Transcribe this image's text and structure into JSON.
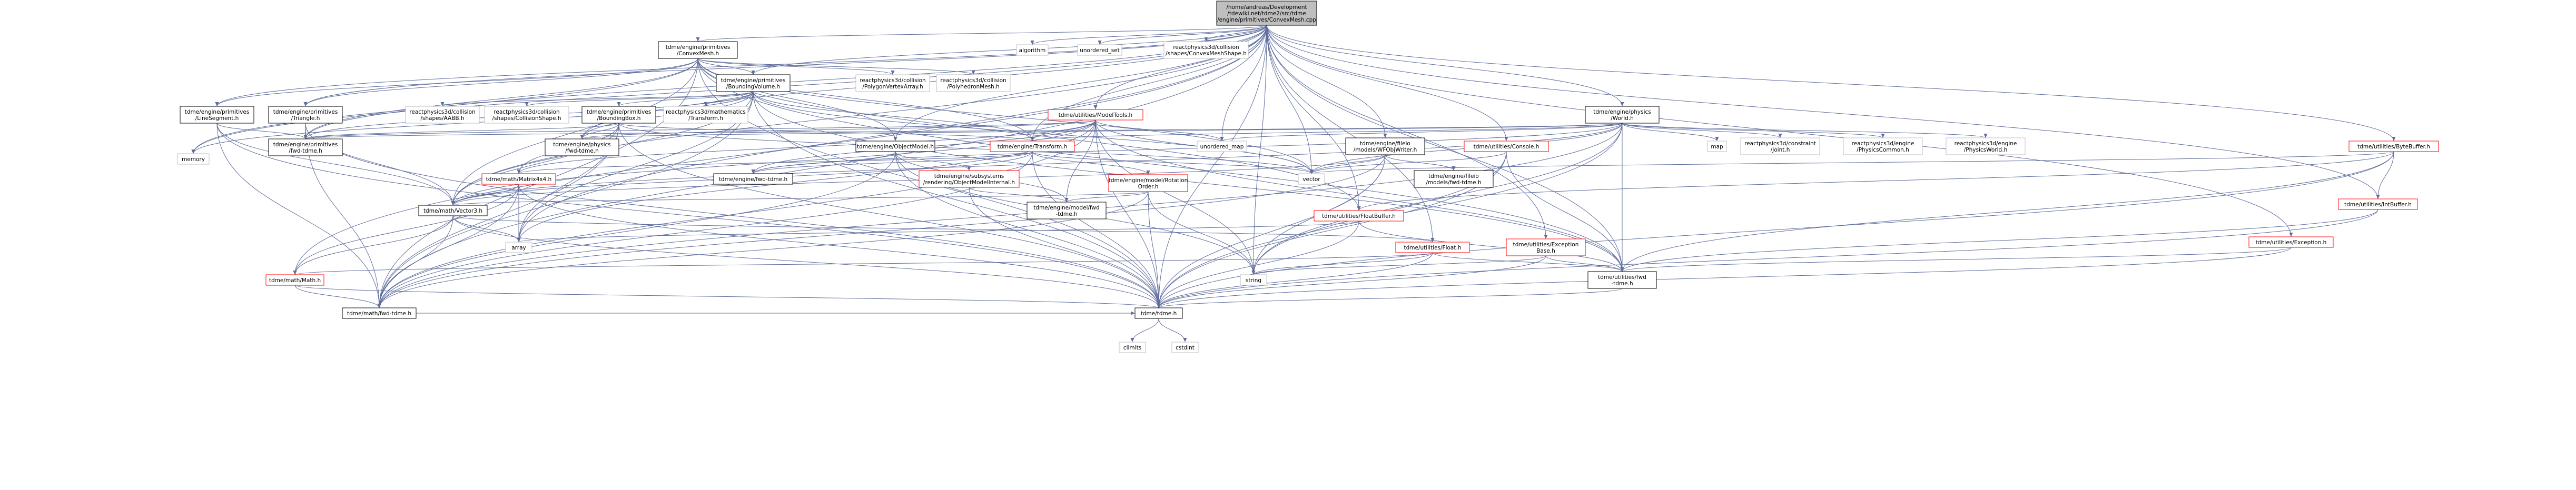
{
  "diagram": {
    "title": "",
    "colors": {
      "edge": "#5f6d9c",
      "root_fill": "#bfbfbf",
      "root_stroke": "#000000",
      "node_fill": "#ffffff",
      "node_stroke": "#000000",
      "linked_stroke": "#ff0000",
      "external_stroke": "#bfbfbf",
      "text": "#000000"
    },
    "nodes": [
      {
        "id": "root",
        "label": [
          "/home/andreas/Development",
          "/tdewiki.net/tdme2/src/tdme",
          "/engine/primitives/ConvexMesh.cpp"
        ],
        "kind": "root"
      },
      {
        "id": "convexmesh_h",
        "label": [
          "tdme/engine/primitives",
          "/ConvexMesh.h"
        ],
        "kind": "normal"
      },
      {
        "id": "algorithm",
        "label": [
          "algorithm"
        ],
        "kind": "external"
      },
      {
        "id": "unordered_set",
        "label": [
          "unordered_set"
        ],
        "kind": "external"
      },
      {
        "id": "rp3d_convexmeshshape",
        "label": [
          "reactphysics3d/collision",
          "/shapes/ConvexMeshShape.h"
        ],
        "kind": "external"
      },
      {
        "id": "rp3d_polygonvertexarray",
        "label": [
          "reactphysics3d/collision",
          "/PolygonVertexArray.h"
        ],
        "kind": "external"
      },
      {
        "id": "rp3d_polyhedronmesh",
        "label": [
          "reactphysics3d/collision",
          "/PolyhedronMesh.h"
        ],
        "kind": "external"
      },
      {
        "id": "boundingvolume_h",
        "label": [
          "tdme/engine/primitives",
          "/BoundingVolume.h"
        ],
        "kind": "normal"
      },
      {
        "id": "linesegment_h",
        "label": [
          "tdme/engine/primitives",
          "/LineSegment.h"
        ],
        "kind": "normal"
      },
      {
        "id": "triangle_h",
        "label": [
          "tdme/engine/primitives",
          "/Triangle.h"
        ],
        "kind": "normal"
      },
      {
        "id": "rp3d_aabb",
        "label": [
          "reactphysics3d/collision",
          "/shapes/AABB.h"
        ],
        "kind": "external"
      },
      {
        "id": "rp3d_collisionshape",
        "label": [
          "reactphysics3d/collision",
          "/shapes/CollisionShape.h"
        ],
        "kind": "external"
      },
      {
        "id": "boundingbox_h",
        "label": [
          "tdme/engine/primitives",
          "/BoundingBox.h"
        ],
        "kind": "normal"
      },
      {
        "id": "rp3d_transform",
        "label": [
          "reactphysics3d/mathematics",
          "/Transform.h"
        ],
        "kind": "external"
      },
      {
        "id": "modeltools_h",
        "label": [
          "tdme/utilities/ModelTools.h"
        ],
        "kind": "linked"
      },
      {
        "id": "objectmodel_h",
        "label": [
          "tdme/engine/ObjectModel.h"
        ],
        "kind": "normal"
      },
      {
        "id": "world_h",
        "label": [
          "tdme/engine/physics",
          "/World.h"
        ],
        "kind": "normal"
      },
      {
        "id": "wfobjwriter_h",
        "label": [
          "tdme/engine/fileio",
          "/models/WFObjWriter.h"
        ],
        "kind": "normal"
      },
      {
        "id": "console_h",
        "label": [
          "tdme/utilities/Console.h"
        ],
        "kind": "linked"
      },
      {
        "id": "bytebuffer_h",
        "label": [
          "tdme/utilities/ByteBuffer.h"
        ],
        "kind": "linked"
      },
      {
        "id": "primitives_fwd",
        "label": [
          "tdme/engine/primitives",
          "/fwd-tdme.h"
        ],
        "kind": "normal"
      },
      {
        "id": "physics_fwd",
        "label": [
          "tdme/engine/physics",
          "/fwd-tdme.h"
        ],
        "kind": "normal"
      },
      {
        "id": "memory",
        "label": [
          "memory"
        ],
        "kind": "external"
      },
      {
        "id": "transform_h",
        "label": [
          "tdme/engine/Transform.h"
        ],
        "kind": "linked"
      },
      {
        "id": "unordered_map",
        "label": [
          "unordered_map"
        ],
        "kind": "external"
      },
      {
        "id": "objectmodelinternal_h",
        "label": [
          "tdme/engine/subsystems",
          "/rendering/ObjectModelInternal.h"
        ],
        "kind": "linked"
      },
      {
        "id": "engine_fwd",
        "label": [
          "tdme/engine/fwd-tdme.h"
        ],
        "kind": "normal"
      },
      {
        "id": "matrix4x4_h",
        "label": [
          "tdme/math/Matrix4x4.h"
        ],
        "kind": "linked"
      },
      {
        "id": "rotationorder_h",
        "label": [
          "tdme/engine/model/Rotation",
          "Order.h"
        ],
        "kind": "linked"
      },
      {
        "id": "vector",
        "label": [
          "vector"
        ],
        "kind": "external"
      },
      {
        "id": "fileio_models_fwd",
        "label": [
          "tdme/engine/fileio",
          "/models/fwd-tdme.h"
        ],
        "kind": "normal"
      },
      {
        "id": "map",
        "label": [
          "map"
        ],
        "kind": "external"
      },
      {
        "id": "rp3d_joint",
        "label": [
          "reactphysics3d/constraint",
          "/Joint.h"
        ],
        "kind": "external"
      },
      {
        "id": "rp3d_physicscommon",
        "label": [
          "reactphysics3d/engine",
          "/PhysicsCommon.h"
        ],
        "kind": "external"
      },
      {
        "id": "rp3d_physicsworld",
        "label": [
          "reactphysics3d/engine",
          "/PhysicsWorld.h"
        ],
        "kind": "external"
      },
      {
        "id": "intbuffer_h",
        "label": [
          "tdme/utilities/IntBuffer.h"
        ],
        "kind": "linked"
      },
      {
        "id": "vector3_h",
        "label": [
          "tdme/math/Vector3.h"
        ],
        "kind": "normal"
      },
      {
        "id": "model_fwd",
        "label": [
          "tdme/engine/model/fwd",
          "-tdme.h"
        ],
        "kind": "normal"
      },
      {
        "id": "floatbuffer_h",
        "label": [
          "tdme/utilities/FloatBuffer.h"
        ],
        "kind": "linked"
      },
      {
        "id": "exception_h",
        "label": [
          "tdme/utilities/Exception.h"
        ],
        "kind": "linked"
      },
      {
        "id": "array",
        "label": [
          "array"
        ],
        "kind": "external"
      },
      {
        "id": "float_h",
        "label": [
          "tdme/utilities/Float.h"
        ],
        "kind": "linked"
      },
      {
        "id": "exceptionbase_h",
        "label": [
          "tdme/utilities/Exception",
          "Base.h"
        ],
        "kind": "linked"
      },
      {
        "id": "math_h",
        "label": [
          "tdme/math/Math.h"
        ],
        "kind": "linked"
      },
      {
        "id": "string",
        "label": [
          "string"
        ],
        "kind": "external"
      },
      {
        "id": "utilities_fwd",
        "label": [
          "tdme/utilities/fwd",
          "-tdme.h"
        ],
        "kind": "normal"
      },
      {
        "id": "math_fwd",
        "label": [
          "tdme/math/fwd-tdme.h"
        ],
        "kind": "normal"
      },
      {
        "id": "tdme_h",
        "label": [
          "tdme/tdme.h"
        ],
        "kind": "normal"
      },
      {
        "id": "climits",
        "label": [
          "climits"
        ],
        "kind": "external"
      },
      {
        "id": "cstdint",
        "label": [
          "cstdint"
        ],
        "kind": "external"
      }
    ],
    "edges": [
      [
        "root",
        "convexmesh_h"
      ],
      [
        "root",
        "algorithm"
      ],
      [
        "root",
        "unordered_set"
      ],
      [
        "root",
        "rp3d_convexmeshshape"
      ],
      [
        "root",
        "boundingvolume_h"
      ],
      [
        "root",
        "linesegment_h"
      ],
      [
        "root",
        "triangle_h"
      ],
      [
        "root",
        "modeltools_h"
      ],
      [
        "root",
        "objectmodel_h"
      ],
      [
        "root",
        "world_h"
      ],
      [
        "root",
        "wfobjwriter_h"
      ],
      [
        "root",
        "console_h"
      ],
      [
        "root",
        "bytebuffer_h"
      ],
      [
        "root",
        "exception_h"
      ],
      [
        "root",
        "intbuffer_h"
      ],
      [
        "root",
        "float_h"
      ],
      [
        "root",
        "floatbuffer_h"
      ],
      [
        "root",
        "exceptionbase_h"
      ],
      [
        "root",
        "math_h"
      ],
      [
        "root",
        "vector3_h"
      ],
      [
        "root",
        "transform_h"
      ],
      [
        "root",
        "physics_fwd"
      ],
      [
        "root",
        "primitives_fwd"
      ],
      [
        "root",
        "memory"
      ],
      [
        "root",
        "vector"
      ],
      [
        "root",
        "unordered_map"
      ],
      [
        "root",
        "array"
      ],
      [
        "root",
        "string"
      ],
      [
        "root",
        "tdme_h"
      ],
      [
        "root",
        "utilities_fwd"
      ],
      [
        "root",
        "math_fwd"
      ],
      [
        "convexmesh_h",
        "rp3d_polygonvertexarray"
      ],
      [
        "convexmesh_h",
        "rp3d_polyhedronmesh"
      ],
      [
        "convexmesh_h",
        "boundingvolume_h"
      ],
      [
        "convexmesh_h",
        "linesegment_h"
      ],
      [
        "convexmesh_h",
        "triangle_h"
      ],
      [
        "convexmesh_h",
        "objectmodel_h"
      ],
      [
        "convexmesh_h",
        "primitives_fwd"
      ],
      [
        "convexmesh_h",
        "memory"
      ],
      [
        "convexmesh_h",
        "vector3_h"
      ],
      [
        "convexmesh_h",
        "vector"
      ],
      [
        "convexmesh_h",
        "tdme_h"
      ],
      [
        "convexmesh_h",
        "utilities_fwd"
      ],
      [
        "convexmesh_h",
        "math_fwd"
      ],
      [
        "convexmesh_h",
        "floatbuffer_h"
      ],
      [
        "convexmesh_h",
        "transform_h"
      ],
      [
        "boundingvolume_h",
        "rp3d_aabb"
      ],
      [
        "boundingvolume_h",
        "rp3d_collisionshape"
      ],
      [
        "boundingvolume_h",
        "rp3d_transform"
      ],
      [
        "boundingvolume_h",
        "boundingbox_h"
      ],
      [
        "boundingvolume_h",
        "primitives_fwd"
      ],
      [
        "boundingvolume_h",
        "physics_fwd"
      ],
      [
        "boundingvolume_h",
        "transform_h"
      ],
      [
        "boundingvolume_h",
        "vector3_h"
      ],
      [
        "boundingvolume_h",
        "memory"
      ],
      [
        "boundingvolume_h",
        "array"
      ],
      [
        "boundingvolume_h",
        "vector"
      ],
      [
        "boundingvolume_h",
        "math_fwd"
      ],
      [
        "boundingvolume_h",
        "tdme_h"
      ],
      [
        "boundingvolume_h",
        "utilities_fwd"
      ],
      [
        "linesegment_h",
        "primitives_fwd"
      ],
      [
        "linesegment_h",
        "vector3_h"
      ],
      [
        "linesegment_h",
        "math_fwd"
      ],
      [
        "linesegment_h",
        "tdme_h"
      ],
      [
        "triangle_h",
        "primitives_fwd"
      ],
      [
        "triangle_h",
        "vector3_h"
      ],
      [
        "triangle_h",
        "tdme_h"
      ],
      [
        "triangle_h",
        "math_fwd"
      ],
      [
        "boundingbox_h",
        "primitives_fwd"
      ],
      [
        "boundingbox_h",
        "physics_fwd"
      ],
      [
        "boundingbox_h",
        "transform_h"
      ],
      [
        "boundingbox_h",
        "vector3_h"
      ],
      [
        "boundingbox_h",
        "matrix4x4_h"
      ],
      [
        "boundingbox_h",
        "array"
      ],
      [
        "boundingbox_h",
        "vector"
      ],
      [
        "boundingbox_h",
        "tdme_h"
      ],
      [
        "boundingbox_h",
        "math_fwd"
      ],
      [
        "modeltools_h",
        "engine_fwd"
      ],
      [
        "modeltools_h",
        "transform_h"
      ],
      [
        "modeltools_h",
        "model_fwd"
      ],
      [
        "modeltools_h",
        "primitives_fwd"
      ],
      [
        "modeltools_h",
        "physics_fwd"
      ],
      [
        "modeltools_h",
        "matrix4x4_h"
      ],
      [
        "modeltools_h",
        "vector3_h"
      ],
      [
        "modeltools_h",
        "unordered_map"
      ],
      [
        "modeltools_h",
        "vector"
      ],
      [
        "modeltools_h",
        "string"
      ],
      [
        "modeltools_h",
        "tdme_h"
      ],
      [
        "modeltools_h",
        "array"
      ],
      [
        "modeltools_h",
        "math_fwd"
      ],
      [
        "modeltools_h",
        "utilities_fwd"
      ],
      [
        "objectmodel_h",
        "engine_fwd"
      ],
      [
        "objectmodel_h",
        "objectmodelinternal_h"
      ],
      [
        "objectmodel_h",
        "model_fwd"
      ],
      [
        "objectmodel_h",
        "tdme_h"
      ],
      [
        "objectmodel_h",
        "math_fwd"
      ],
      [
        "objectmodel_h",
        "string"
      ],
      [
        "objectmodelinternal_h",
        "model_fwd"
      ],
      [
        "objectmodelinternal_h",
        "tdme_h"
      ],
      [
        "transform_h",
        "engine_fwd"
      ],
      [
        "transform_h",
        "rotationorder_h"
      ],
      [
        "transform_h",
        "matrix4x4_h"
      ],
      [
        "transform_h",
        "vector3_h"
      ],
      [
        "transform_h",
        "vector"
      ],
      [
        "transform_h",
        "tdme_h"
      ],
      [
        "transform_h",
        "math_fwd"
      ],
      [
        "rotationorder_h",
        "model_fwd"
      ],
      [
        "rotationorder_h",
        "vector3_h"
      ],
      [
        "rotationorder_h",
        "tdme_h"
      ],
      [
        "rotationorder_h",
        "math_fwd"
      ],
      [
        "rotationorder_h",
        "string"
      ],
      [
        "matrix4x4_h",
        "vector3_h"
      ],
      [
        "matrix4x4_h",
        "math_h"
      ],
      [
        "matrix4x4_h",
        "array"
      ],
      [
        "matrix4x4_h",
        "math_fwd"
      ],
      [
        "matrix4x4_h",
        "tdme_h"
      ],
      [
        "world_h",
        "physics_fwd"
      ],
      [
        "world_h",
        "engine_fwd"
      ],
      [
        "world_h",
        "rp3d_joint"
      ],
      [
        "world_h",
        "rp3d_physicscommon"
      ],
      [
        "world_h",
        "rp3d_physicsworld"
      ],
      [
        "world_h",
        "map"
      ],
      [
        "world_h",
        "unordered_map"
      ],
      [
        "world_h",
        "vector"
      ],
      [
        "world_h",
        "string"
      ],
      [
        "world_h",
        "transform_h"
      ],
      [
        "world_h",
        "primitives_fwd"
      ],
      [
        "world_h",
        "vector3_h"
      ],
      [
        "world_h",
        "tdme_h"
      ],
      [
        "world_h",
        "utilities_fwd"
      ],
      [
        "world_h",
        "math_fwd"
      ],
      [
        "wfobjwriter_h",
        "fileio_models_fwd"
      ],
      [
        "wfobjwriter_h",
        "vector3_h"
      ],
      [
        "wfobjwriter_h",
        "vector"
      ],
      [
        "wfobjwriter_h",
        "string"
      ],
      [
        "wfobjwriter_h",
        "tdme_h"
      ],
      [
        "wfobjwriter_h",
        "math_fwd"
      ],
      [
        "console_h",
        "vector"
      ],
      [
        "console_h",
        "string"
      ],
      [
        "console_h",
        "tdme_h"
      ],
      [
        "console_h",
        "utilities_fwd"
      ],
      [
        "bytebuffer_h",
        "vector"
      ],
      [
        "bytebuffer_h",
        "intbuffer_h"
      ],
      [
        "bytebuffer_h",
        "floatbuffer_h"
      ],
      [
        "bytebuffer_h",
        "tdme_h"
      ],
      [
        "bytebuffer_h",
        "utilities_fwd"
      ],
      [
        "intbuffer_h",
        "tdme_h"
      ],
      [
        "intbuffer_h",
        "utilities_fwd"
      ],
      [
        "floatbuffer_h",
        "array"
      ],
      [
        "floatbuffer_h",
        "tdme_h"
      ],
      [
        "floatbuffer_h",
        "utilities_fwd"
      ],
      [
        "exception_h",
        "tdme_h"
      ],
      [
        "exception_h",
        "utilities_fwd"
      ],
      [
        "vector3_h",
        "array"
      ],
      [
        "vector3_h",
        "float_h"
      ],
      [
        "vector3_h",
        "math_h"
      ],
      [
        "vector3_h",
        "math_fwd"
      ],
      [
        "vector3_h",
        "tdme_h"
      ],
      [
        "float_h",
        "math_h"
      ],
      [
        "float_h",
        "string"
      ],
      [
        "float_h",
        "tdme_h"
      ],
      [
        "float_h",
        "utilities_fwd"
      ],
      [
        "exceptionbase_h",
        "string"
      ],
      [
        "exceptionbase_h",
        "tdme_h"
      ],
      [
        "exceptionbase_h",
        "utilities_fwd"
      ],
      [
        "math_h",
        "math_fwd"
      ],
      [
        "math_h",
        "tdme_h"
      ],
      [
        "utilities_fwd",
        "tdme_h"
      ],
      [
        "math_fwd",
        "tdme_h"
      ],
      [
        "tdme_h",
        "climits"
      ],
      [
        "tdme_h",
        "cstdint"
      ]
    ]
  }
}
